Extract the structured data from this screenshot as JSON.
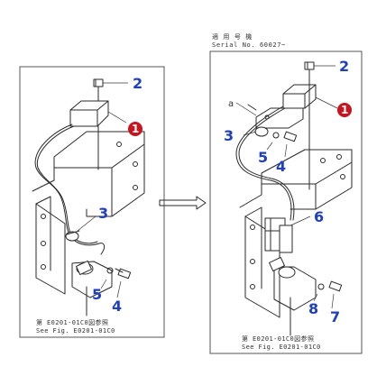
{
  "colors": {
    "callout": "#1f3fbf",
    "badge": "#c8141e",
    "line": "#2a2a2a",
    "panel_border": "#555555"
  },
  "left_panel": {
    "callouts": {
      "c1": "1",
      "c2": "2",
      "c3": "3",
      "c4": "4",
      "c5": "5"
    },
    "caption_line1": "第 E0201-01C0図参照",
    "caption_line2": "See Fig. E0201-01C0"
  },
  "right_panel": {
    "header_line1": "適 用 号 機",
    "header_line2": "Serial No. 60027~",
    "letter_a": "a",
    "callouts": {
      "c1": "1",
      "c2": "2",
      "c3": "3",
      "c4": "4",
      "c5": "5",
      "c6": "6",
      "c7": "7",
      "c8": "8"
    },
    "caption_line1": "第 E0201-01C0図参照",
    "caption_line2": "See Fig. E0201-01C0"
  },
  "transition_arrow": "right-arrow-icon"
}
